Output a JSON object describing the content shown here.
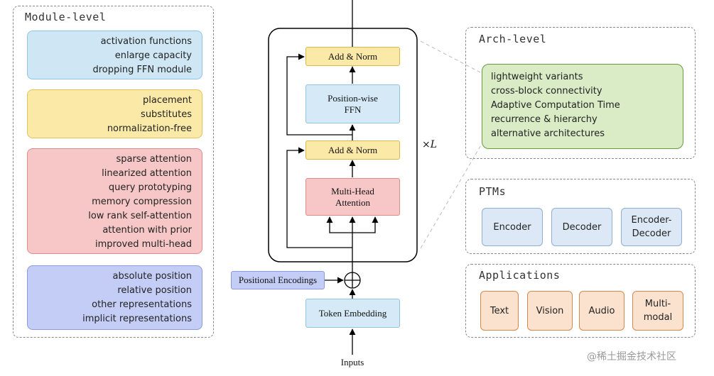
{
  "module_panel": {
    "title": "Module-level",
    "groups": [
      {
        "items": [
          "activation functions",
          "enlarge capacity",
          "dropping FFN module"
        ],
        "color": "#cfe7f5",
        "border": "#8fc4e3"
      },
      {
        "items": [
          "placement",
          "substitutes",
          "normalization-free"
        ],
        "color": "#fbeaa7",
        "border": "#e2c35a"
      },
      {
        "items": [
          "sparse attention",
          "linearized attention",
          "query prototyping",
          "memory compression",
          "low rank self-attention",
          "attention with prior",
          "improved multi-head"
        ],
        "color": "#f7c7c7",
        "border": "#e08a8a"
      },
      {
        "items": [
          "absolute position",
          "relative position",
          "other representations",
          "implicit representations"
        ],
        "color": "#c3cdf5",
        "border": "#8a9ae0"
      }
    ]
  },
  "transformer": {
    "add_norm_top": "Add & Norm",
    "ffn_line1": "Position-wise",
    "ffn_line2": "FFN",
    "add_norm_bottom": "Add & Norm",
    "mha_line1": "Multi-Head",
    "mha_line2": "Attention",
    "repeat_label": "×L",
    "positional_encodings": "Positional Encodings",
    "token_embedding": "Token Embedding",
    "inputs": "Inputs"
  },
  "arch_panel": {
    "title": "Arch-level",
    "items": [
      "lightweight variants",
      "cross-block connectivity",
      "Adaptive Computation Time",
      "recurrence & hierarchy",
      "alternative architectures"
    ]
  },
  "ptms_panel": {
    "title": "PTMs",
    "items": [
      "Encoder",
      "Decoder",
      "Encoder-Decoder"
    ],
    "items_lines": [
      [
        "Encoder"
      ],
      [
        "Decoder"
      ],
      [
        "Encoder-",
        "Decoder"
      ]
    ]
  },
  "applications_panel": {
    "title": "Applications",
    "items": [
      "Text",
      "Vision",
      "Audio",
      "Multi-modal"
    ],
    "items_lines": [
      [
        "Text"
      ],
      [
        "Vision"
      ],
      [
        "Audio"
      ],
      [
        "Multi-",
        "modal"
      ]
    ]
  },
  "watermark": "@稀土掘金技术社区"
}
